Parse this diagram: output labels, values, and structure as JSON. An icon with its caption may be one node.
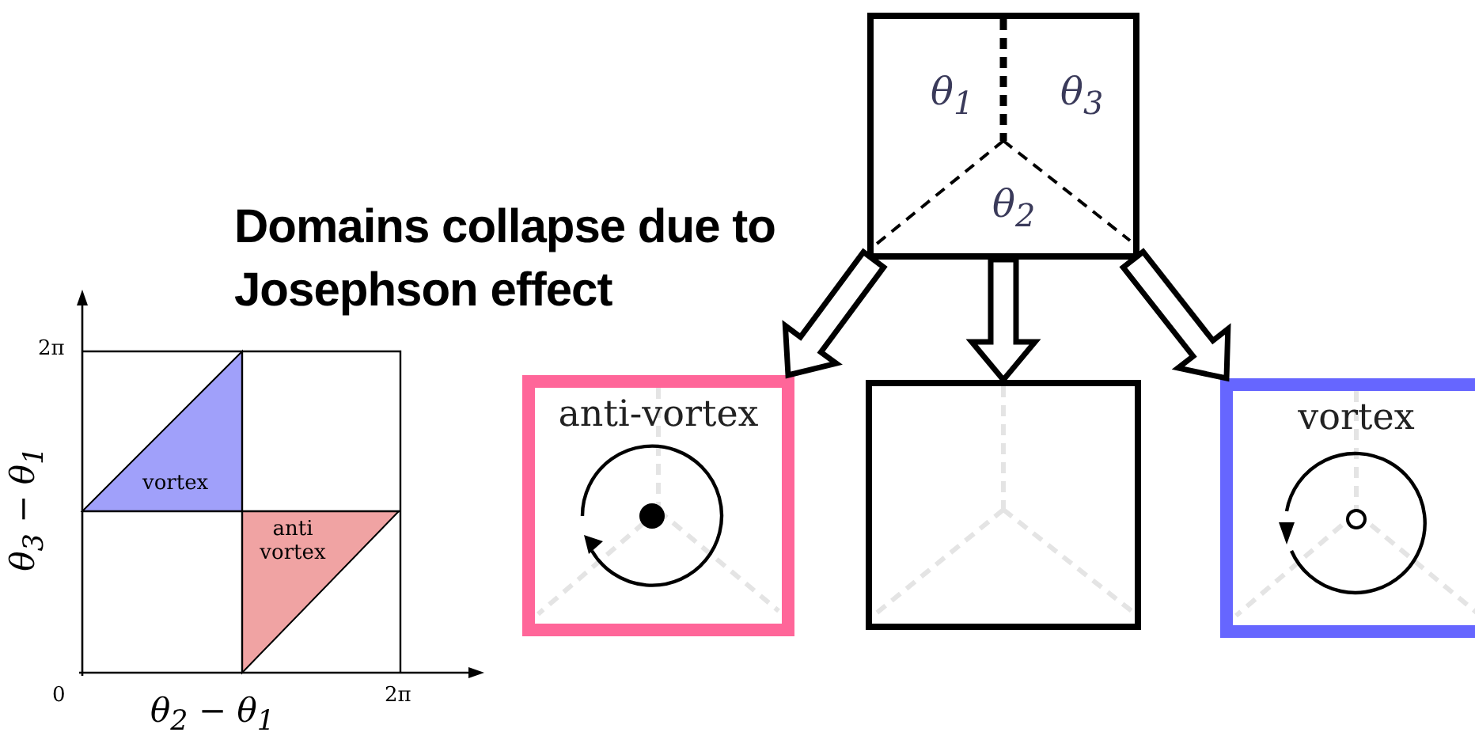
{
  "diagram": {
    "nodes": [
      {
        "text": [
          "θ$_{1}$",
          "θ$_{3}$",
          "θ$_{2}$"
        ]
      },
      {
        "text": [
          "anti-vortex"
        ]
      },
      {
        "text": [],
        "shape": "box"
      },
      {
        "text": [
          "vortex"
        ]
      }
    ],
    "edges": [
      {
        "from": 0,
        "to": 1,
        "arrow": "to"
      },
      {
        "from": 0,
        "to": 2,
        "arrow": "to"
      },
      {
        "from": 0,
        "to": 3,
        "arrow": "to"
      }
    ],
    "labels": [
      "Domains collapse due to Josephson effect",
      "2π",
      "vortex",
      "anti vortex",
      "θ$_{3}$ − θ$_{1}$",
      "0",
      "θ$_{2}$ − θ$_{1}$",
      "2π"
    ]
  }
}
